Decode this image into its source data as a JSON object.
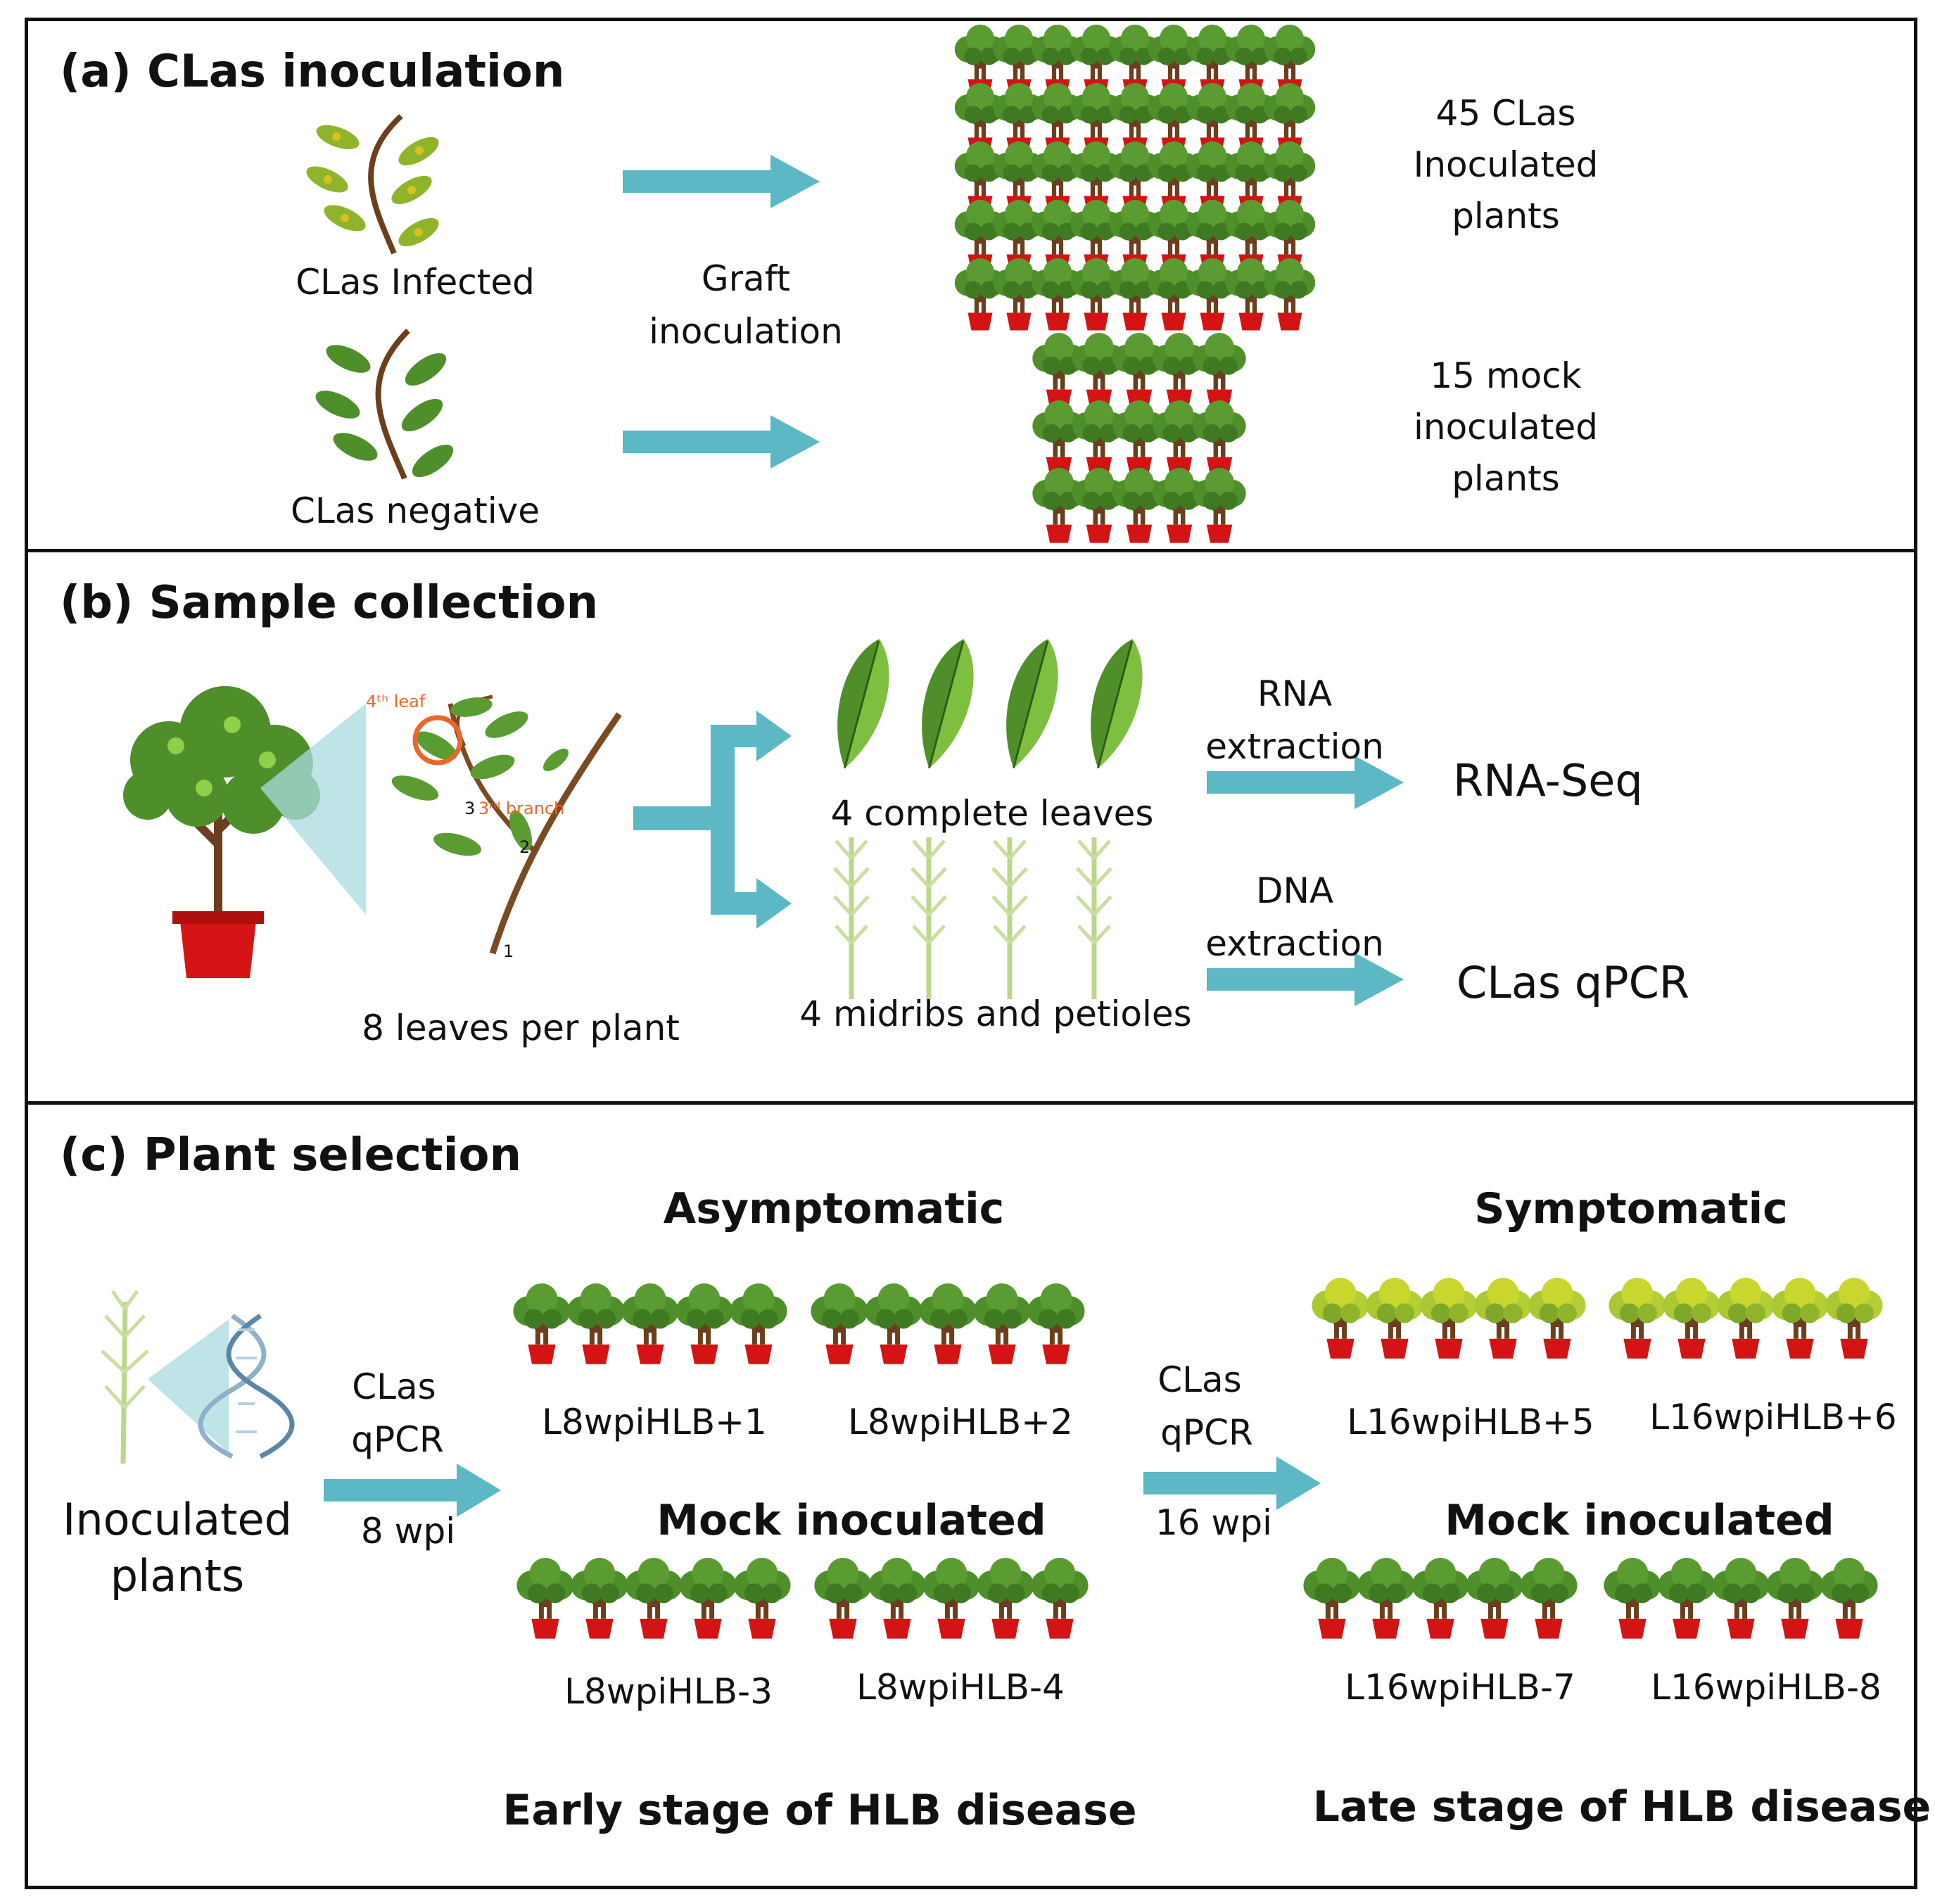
{
  "panel_a": {
    "title": "(a) CLas inoculation",
    "infected_label": "CLas Infected",
    "negative_label": "CLas negative",
    "graft_label_line1": "Graft",
    "graft_label_line2": "inoculation",
    "inoculated_group": {
      "line1": "45 CLas",
      "line2": "Inoculated",
      "line3": "plants",
      "count": 45
    },
    "mock_group": {
      "line1": "15 mock",
      "line2": "inoculated",
      "line3": "plants",
      "count": 15
    }
  },
  "panel_b": {
    "title": "(b) Sample collection",
    "leaf_tag": "4ᵗʰ leaf",
    "branch_tag": "3ʳᵈ branch",
    "branch_numbers": [
      "1",
      "2",
      "3"
    ],
    "leaves_per_plant": "8 leaves  per plant",
    "complete_leaves": "4 complete leaves",
    "midribs": "4 midribs and petioles",
    "rna_line1": "RNA",
    "rna_line2": "extraction",
    "dna_line1": "DNA",
    "dna_line2": "extraction",
    "rna_result": "RNA-Seq",
    "dna_result": "CLas qPCR"
  },
  "panel_c": {
    "title": "(c) Plant selection",
    "inoculated_line1": "Inoculated",
    "inoculated_line2": "plants",
    "step1_line1": "CLas",
    "step1_line2": "qPCR",
    "step1_time": "8 wpi",
    "step2_line1": "CLas",
    "step2_line2": "qPCR",
    "step2_time": "16 wpi",
    "asymptomatic": "Asymptomatic",
    "symptomatic": "Symptomatic",
    "mock_left": "Mock inoculated",
    "mock_right": "Mock inoculated",
    "groups": {
      "g1": "L8wpiHLB+1",
      "g2": "L8wpiHLB+2",
      "g3": "L8wpiHLB-3",
      "g4": "L8wpiHLB-4",
      "g5": "L16wpiHLB+5",
      "g6": "L16wpiHLB+6",
      "g7": "L16wpiHLB-7",
      "g8": "L16wpiHLB-8"
    },
    "early_stage": "Early stage of HLB disease",
    "late_stage": "Late stage of HLB disease"
  },
  "colors": {
    "arrow": "#5bb8c4",
    "pot": "#d41414",
    "leaf_dark": "#3f7a23",
    "leaf_light": "#7fbf3f",
    "trunk": "#6b3f1d",
    "symptom_leaf": "#c8d62e"
  }
}
